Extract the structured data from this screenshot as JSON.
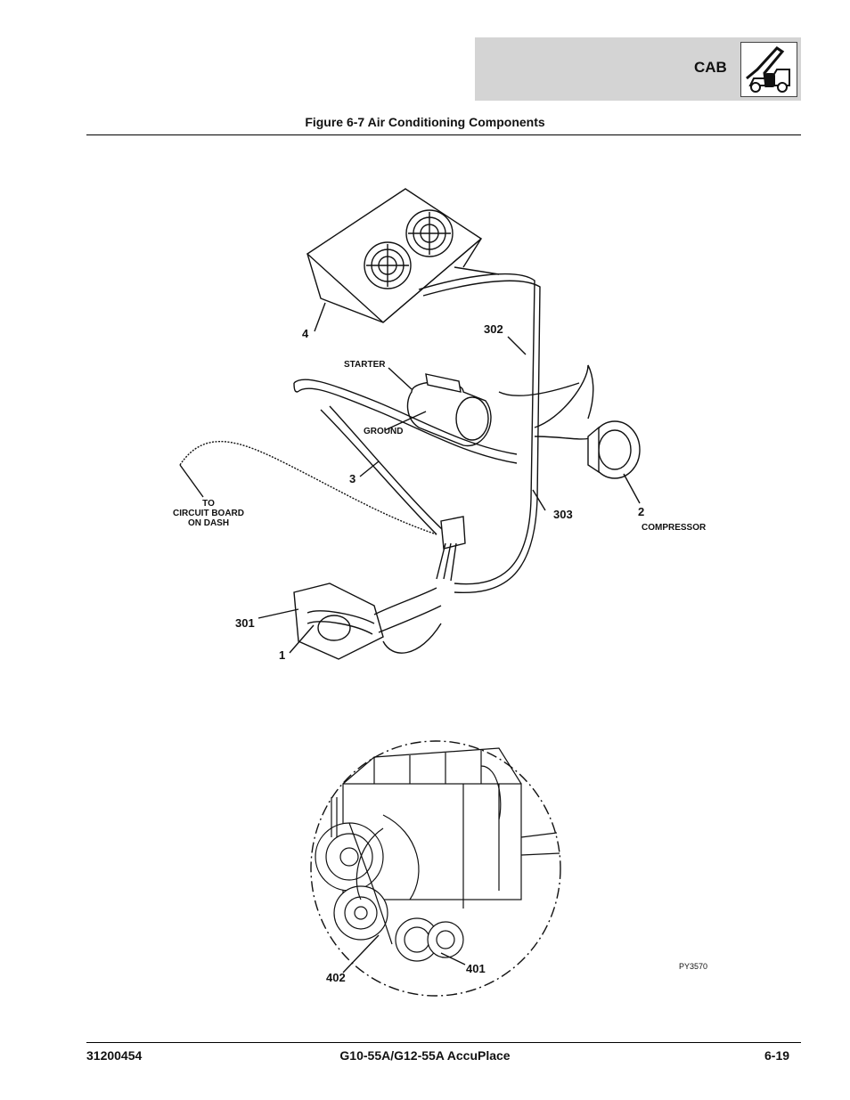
{
  "header": {
    "section": "CAB",
    "icon": "telehandler-icon"
  },
  "figure": {
    "title": "Figure 6-7 Air Conditioning Components",
    "code": "PY3570"
  },
  "labels": {
    "l4": "4",
    "l302": "302",
    "starter": "STARTER",
    "ground": "GROUND",
    "l3": "3",
    "to": "TO",
    "circuit_board": "CIRCUIT BOARD",
    "on_dash": "ON DASH",
    "l303": "303",
    "l2": "2",
    "compressor": "COMPRESSOR",
    "l301": "301",
    "l1": "1",
    "l402": "402",
    "l401": "401"
  },
  "footer": {
    "doc_number": "31200454",
    "model": "G10-55A/G12-55A AccuPlace",
    "page": "6-19"
  }
}
